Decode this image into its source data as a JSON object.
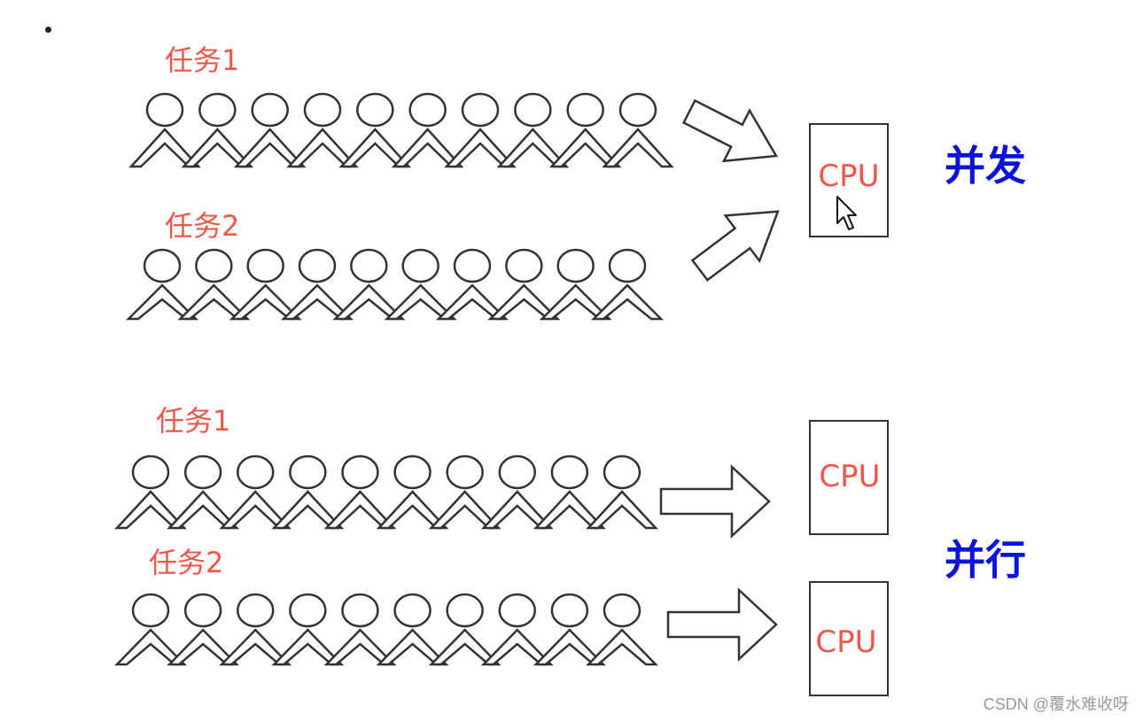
{
  "colors": {
    "task_label": "#f0574a",
    "cpu_label": "#f0574a",
    "mode_label": "#0a14d8",
    "outline": "#333333",
    "watermark": "#9a9a9a"
  },
  "concurrency": {
    "mode_label": "并发",
    "tasks": [
      {
        "label": "任务1",
        "people": 10
      },
      {
        "label": "任务2",
        "people": 10
      }
    ],
    "cpu_label": "CPU"
  },
  "parallelism": {
    "mode_label": "并行",
    "tasks": [
      {
        "label": "任务1",
        "people": 10
      },
      {
        "label": "任务2",
        "people": 10
      }
    ],
    "cpus": [
      {
        "label": "CPU"
      },
      {
        "label": "CPU"
      }
    ]
  },
  "watermark": "CSDN @覆水难收呀"
}
